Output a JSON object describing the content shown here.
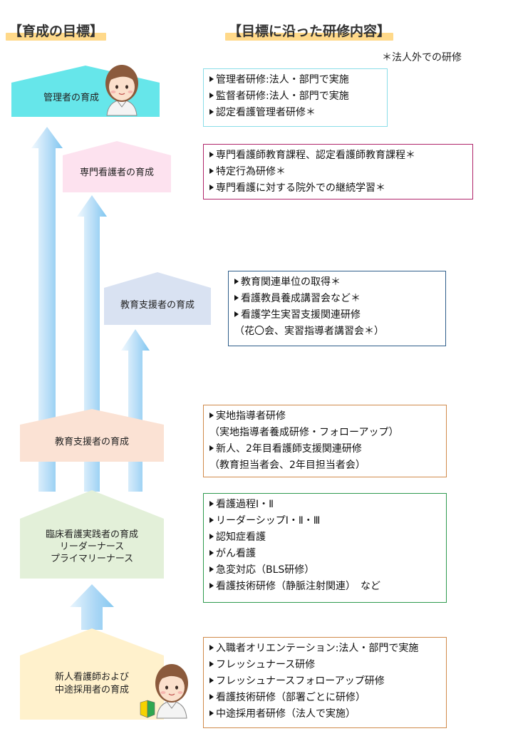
{
  "headings": {
    "left": "【育成の目標】",
    "right": "【目標に沿った研修内容】"
  },
  "note": "＊法人外での研修",
  "levels": [
    {
      "id": "manager",
      "label": "管理者の育成"
    },
    {
      "id": "specialist",
      "label": "専門看護者の育成"
    },
    {
      "id": "edu_support_upper",
      "label": "教育支援者の育成"
    },
    {
      "id": "edu_support_lower",
      "label": "教育支援者の育成"
    },
    {
      "id": "clinical",
      "lines": [
        "臨床看護実践者の育成",
        "リーダーナース",
        "プライマリーナース"
      ]
    },
    {
      "id": "newcomer",
      "lines": [
        "新人看護師および",
        "中途採用者の育成"
      ]
    }
  ],
  "boxes": [
    {
      "id": "manager_box",
      "items": [
        {
          "text": "管理者研修:法人・部門で実施",
          "bullet": true
        },
        {
          "text": "監督者研修:法人・部門で実施",
          "bullet": true
        },
        {
          "text": "認定看護管理者研修＊",
          "bullet": true
        }
      ]
    },
    {
      "id": "specialist_box",
      "items": [
        {
          "text": "専門看護師教育課程、認定看護師教育課程＊",
          "bullet": true
        },
        {
          "text": "特定行為研修＊",
          "bullet": true
        },
        {
          "text": "専門看護に対する院外での継続学習＊",
          "bullet": true
        }
      ]
    },
    {
      "id": "edu_upper_box",
      "items": [
        {
          "text": "教育関連単位の取得＊",
          "bullet": true
        },
        {
          "text": "看護教員養成講習会など＊",
          "bullet": true
        },
        {
          "text": "看護学生実習支援関連研修",
          "bullet": true
        },
        {
          "text": "（花〇会、実習指導者講習会＊）",
          "bullet": false
        }
      ]
    },
    {
      "id": "edu_lower_box",
      "items": [
        {
          "text": "実地指導者研修",
          "bullet": true
        },
        {
          "text": "（実地指導者養成研修・フォローアップ）",
          "bullet": false
        },
        {
          "text": "新人、2年目看護師支援関連研修",
          "bullet": true
        },
        {
          "text": "（教育担当者会、2年目担当者会）",
          "bullet": false
        }
      ]
    },
    {
      "id": "clinical_box",
      "items": [
        {
          "text": "看護過程Ⅰ・Ⅱ",
          "bullet": true
        },
        {
          "text": "リーダーシップⅠ・Ⅱ・Ⅲ",
          "bullet": true
        },
        {
          "text": "認知症看護",
          "bullet": true
        },
        {
          "text": "がん看護",
          "bullet": true
        },
        {
          "text": "急変対応（BLS研修）",
          "bullet": true
        },
        {
          "text": "看護技術研修（静脈注射関連）　など",
          "bullet": true
        }
      ]
    },
    {
      "id": "newcomer_box",
      "items": [
        {
          "text": "入職者オリエンテーション:法人・部門で実施",
          "bullet": true
        },
        {
          "text": "フレッシュナース研修",
          "bullet": true
        },
        {
          "text": "フレッシュナースフォローアップ研修",
          "bullet": true
        },
        {
          "text": "看護技術研修（部署ごとに研修）",
          "bullet": true
        },
        {
          "text": "中途採用者研修（法人で実施）",
          "bullet": true
        }
      ]
    }
  ],
  "colors": {
    "manager": "#66e6ea",
    "specialist": "#fde2ef",
    "edu_upper": "#d9e2f2",
    "edu_lower": "#fbe2d4",
    "clinical": "#e3f0d9",
    "newcomer": "#fff1cc",
    "arrow_light": "#eef7fd",
    "arrow_dark": "#7fc7f0",
    "box_manager": "#8adde8",
    "box_specialist": "#b0256a",
    "box_edu_upper": "#2e5d8a",
    "box_edu_lower": "#d08a4a",
    "box_clinical": "#2e9a4e",
    "box_newcomer": "#d08a4a"
  },
  "icons": [
    "nurse-face-icon",
    "beginner-mark-icon"
  ]
}
